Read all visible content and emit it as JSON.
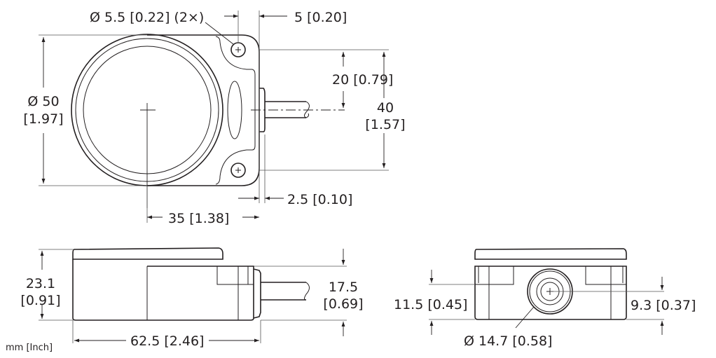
{
  "units_note": "mm [Inch]",
  "views": {
    "top": {
      "dimensions": {
        "hole_diameter": "Ø 5.5 [0.22] (2×)",
        "hole_offset": "5 [0.20]",
        "body_diameter_mm": "Ø 50",
        "body_diameter_in": "[1.97]",
        "half_pitch": "20 [0.79]",
        "pitch_mm": "40",
        "pitch_in": "[1.57]",
        "connector_offset": "2.5 [0.10]",
        "center_to_edge": "35 [1.38]"
      }
    },
    "side": {
      "dimensions": {
        "total_height_mm": "23.1",
        "total_height_in": "[0.91]",
        "body_height_mm": "17.5",
        "body_height_in": "[0.69]",
        "total_length": "62.5 [2.46]"
      }
    },
    "front": {
      "dimensions": {
        "groove_height": "11.5 [0.45]",
        "cable_center_height": "9.3 [0.37]",
        "connector_diameter": "Ø 14.7 [0.58]"
      }
    }
  },
  "colors": {
    "line": "#231f20",
    "background": "#ffffff"
  }
}
